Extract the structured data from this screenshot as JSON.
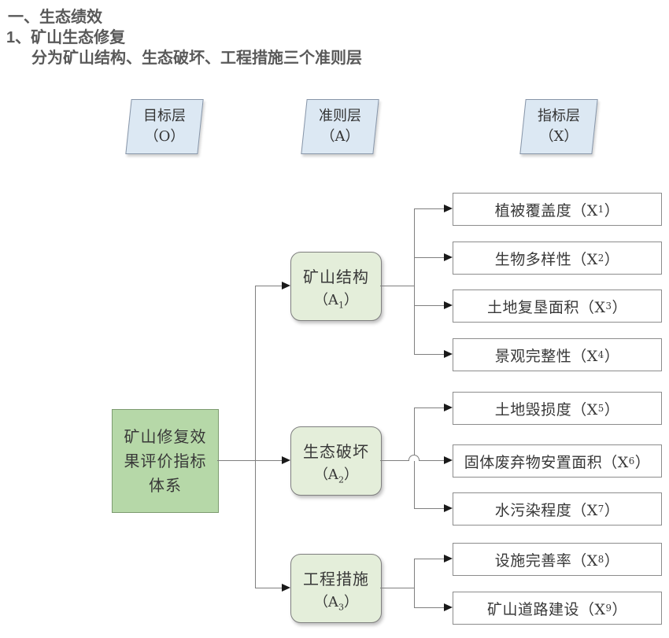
{
  "colors": {
    "heading": "#595959",
    "node_text": "#383838",
    "para_fill": "#dce8f3",
    "para_border": "#8795a8",
    "goal_fill": "#b6d8a8",
    "goal_border": "#7d9b70",
    "crit_fill": "#e4eeda",
    "crit_border": "#7f7f7f",
    "ind_fill": "#ffffff",
    "ind_border": "#8c8c8c",
    "line": "#7f7f7f",
    "arrow": "#1a1a1a"
  },
  "headings": {
    "line1": "一、生态绩效",
    "line2": "1、矿山生态修复",
    "line3": "分为矿山结构、生态破坏、工程措施三个准则层"
  },
  "layer_labels": {
    "goal": {
      "title": "目标层",
      "code": "（O）"
    },
    "criteria": {
      "title": "准则层",
      "code": "（A）"
    },
    "indicator": {
      "title": "指标层",
      "code": "（X）"
    }
  },
  "goal_node": {
    "line1": "矿山修复效",
    "line2": "果评价指标",
    "line3": "体系"
  },
  "criteria_nodes": [
    {
      "title": "矿山结构",
      "code_pre": "（A",
      "code_sub": "1",
      "code_post": "）"
    },
    {
      "title": "生态破坏",
      "code_pre": "（A",
      "code_sub": "2",
      "code_post": "）"
    },
    {
      "title": "工程措施",
      "code_pre": "（A",
      "code_sub": "3",
      "code_post": "）"
    }
  ],
  "indicator_nodes": [
    {
      "pre": "植被覆盖度（X",
      "sub": "1",
      "post": "）"
    },
    {
      "pre": "生物多样性（X",
      "sub": "2",
      "post": "）"
    },
    {
      "pre": "土地复垦面积（X",
      "sub": "3",
      "post": "）"
    },
    {
      "pre": "景观完整性（X",
      "sub": "4",
      "post": "）"
    },
    {
      "pre": "土地毁损度（X",
      "sub": "5",
      "post": "）"
    },
    {
      "pre": "固体废弃物安置面积（X",
      "sub": "6",
      "post": "）"
    },
    {
      "pre": "水污染程度（X",
      "sub": "7",
      "post": "）"
    },
    {
      "pre": "设施完善率（X",
      "sub": "8",
      "post": "）"
    },
    {
      "pre": "矿山道路建设（X",
      "sub": "9",
      "post": "）"
    }
  ]
}
